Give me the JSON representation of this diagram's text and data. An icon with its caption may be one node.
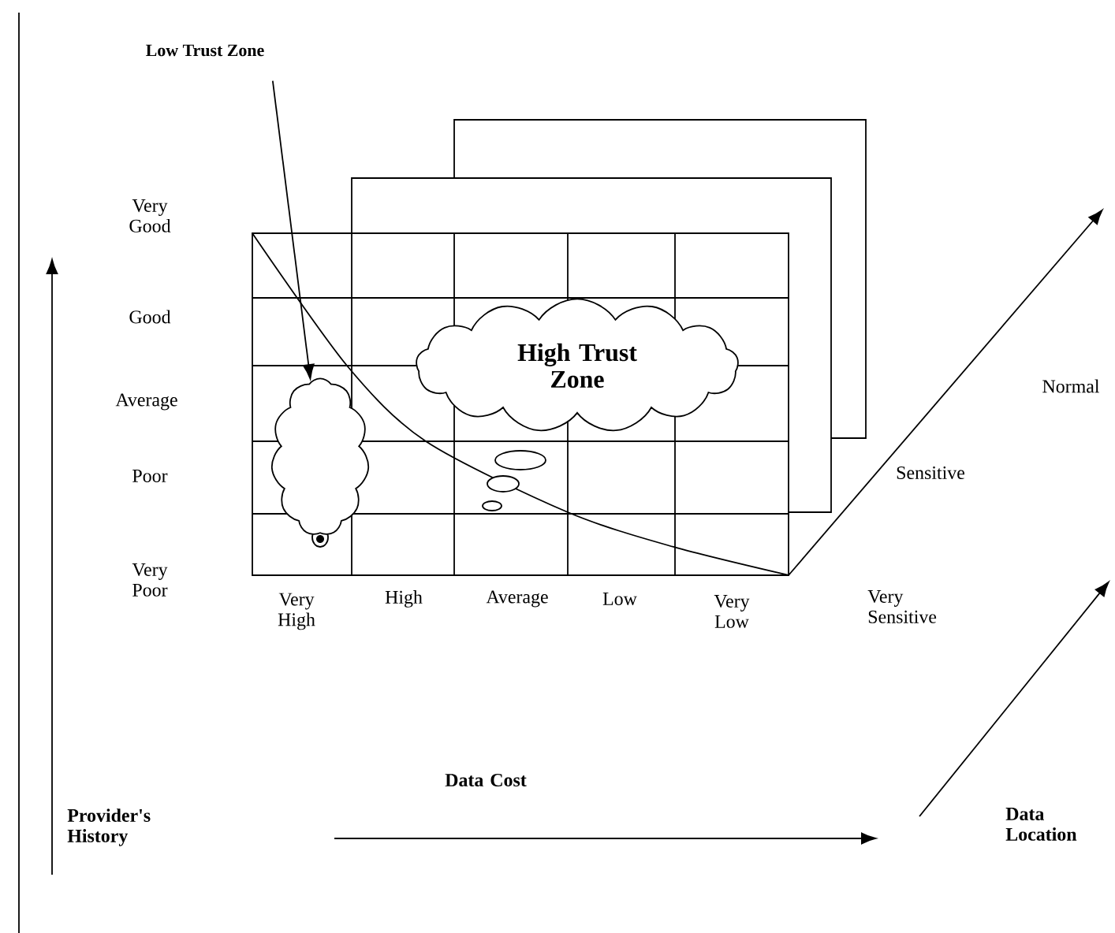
{
  "diagram": {
    "nodes": [
      {
        "text": [
          "Low Trust Zone"
        ]
      },
      {
        "text": [],
        "shape": "cloud"
      },
      {
        "text": [
          "High Trust Zone"
        ]
      }
    ],
    "edges": [
      {
        "from": 0,
        "to": 1,
        "arrow": "to"
      }
    ],
    "labels": [
      "Very Good",
      "Good",
      "Average",
      "Poor",
      "Very Poor",
      "Very High",
      "High",
      "Average",
      "Low",
      "Very Low",
      "Normal",
      "Sensitive",
      "Very Sensitive",
      "Data Cost",
      "Provider's History",
      "Data Location"
    ]
  }
}
